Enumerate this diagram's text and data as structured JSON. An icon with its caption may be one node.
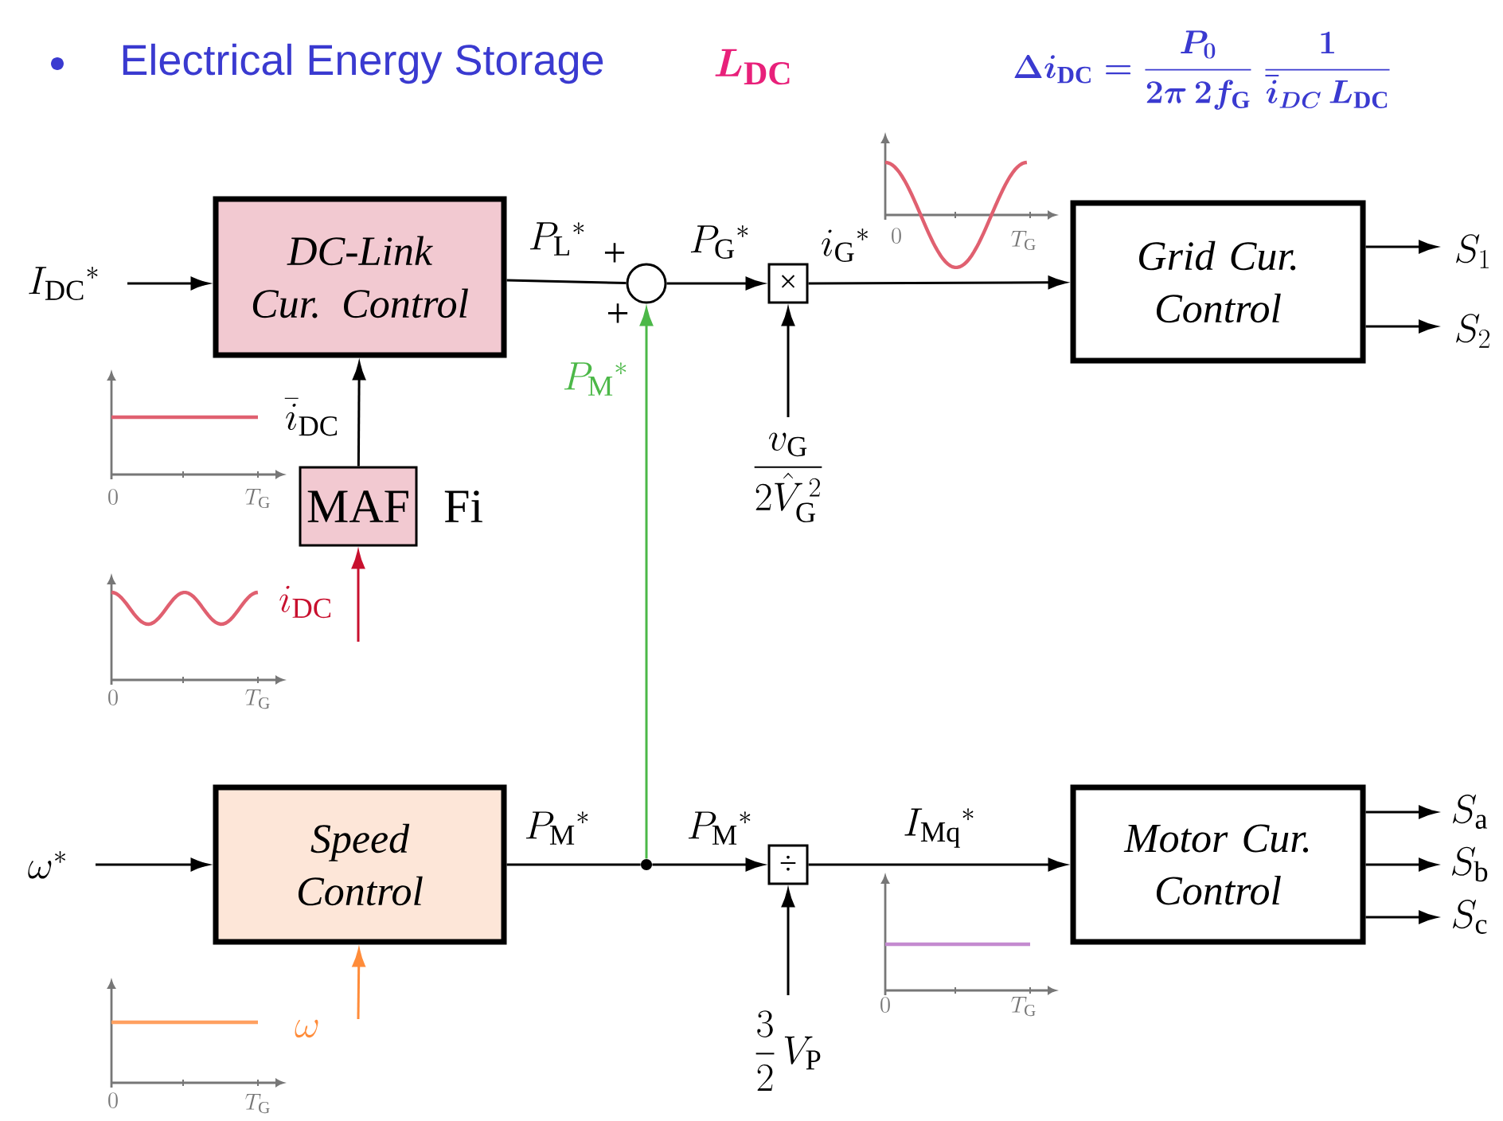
{
  "diagram": {
    "title": "Electrical Energy Storage",
    "nodes": [
      {
        "text": [
          "DC-Link Cur. Control"
        ]
      },
      {
        "text": [
          "MAF"
        ],
        "beside": [
          "Fi"
        ]
      },
      {
        "text": [],
        "shape": "circle"
      },
      {
        "text": [
          "×"
        ]
      },
      {
        "text": [
          "Grid Cur. Control"
        ]
      },
      {
        "text": [
          "Speed Control"
        ]
      },
      {
        "text": [],
        "shape": "dot"
      },
      {
        "text": [
          "÷"
        ]
      },
      {
        "text": [
          "Motor Cur. Control"
        ]
      }
    ],
    "edges": [
      {
        "from": null,
        "to": 0,
        "arrow": "to",
        "label": "I_{\\mathrm{DC}}{}^{*}"
      },
      {
        "from": 1,
        "to": 0,
        "arrow": "to",
        "label": "\\bar{i}_{\\mathrm{DC}}"
      },
      {
        "from": null,
        "to": 1,
        "arrow": "to",
        "label": "i_{\\mathrm{DC}}",
        "color": "#c8102e"
      },
      {
        "from": 0,
        "to": 2,
        "arrow": "none",
        "label": "P_{\\mathrm{L}}{}^{*}"
      },
      {
        "from": 2,
        "to": 3,
        "arrow": "to",
        "label": "P_{\\mathrm{G}}{}^{*}"
      },
      {
        "from": 3,
        "to": 4,
        "arrow": "to",
        "label": "i_{\\mathrm{G}}{}^{*}"
      },
      {
        "from": null,
        "to": 3,
        "arrow": "to",
        "label": "\\dfrac{v_{\\mathrm{G}}}{2\\hat{V}_{\\mathrm{G}}^{\\,2}}"
      },
      {
        "from": 4,
        "to": null,
        "arrow": "to",
        "label": "S_1"
      },
      {
        "from": 4,
        "to": null,
        "arrow": "to",
        "label": "S_2"
      },
      {
        "from": null,
        "to": 5,
        "arrow": "to",
        "label": "\\omega^{*}"
      },
      {
        "from": null,
        "to": 5,
        "arrow": "to",
        "label": "\\omega",
        "color": "#ff8c3a"
      },
      {
        "from": 5,
        "to": 6,
        "arrow": "none",
        "label": "P_{\\mathrm{M}}{}^{*}"
      },
      {
        "from": 6,
        "to": 2,
        "arrow": "to",
        "label": "P_{\\mathrm{M}}{}^{*}",
        "color": "#4cb848"
      },
      {
        "from": 6,
        "to": 7,
        "arrow": "to",
        "label": "P_{\\mathrm{M}}{}^{*}"
      },
      {
        "from": null,
        "to": 7,
        "arrow": "to",
        "label": "\\dfrac{3}{2}\\,V_{\\mathrm{P}}"
      },
      {
        "from": 7,
        "to": 8,
        "arrow": "to",
        "label": "I_{\\mathrm{Mq}}{}^{*}"
      },
      {
        "from": 8,
        "to": null,
        "arrow": "to",
        "label": "S_{\\mathrm{a}}"
      },
      {
        "from": 8,
        "to": null,
        "arrow": "to",
        "label": "S_{\\mathrm{b}}"
      },
      {
        "from": 8,
        "to": null,
        "arrow": "to",
        "label": "S_{\\mathrm{c}}"
      }
    ],
    "labels": [
      "L_{\\mathrm{DC}}",
      "\\Delta i_{\\mathrm{DC}}= \\frac{P_0}{2\\pi\\, 2f_{\\mathrm{G}}}\\;\\frac{1}{\\bar{i}_{DC}\\, L_{\\mathrm{DC}}}",
      "+",
      "+",
      "0",
      "T_{\\mathrm{G}}",
      "0",
      "T_{\\mathrm{G}}",
      "0",
      "T_{\\mathrm{G}}",
      "0",
      "T_{\\mathrm{G}}",
      "0",
      "T_{\\mathrm{G}}"
    ]
  }
}
